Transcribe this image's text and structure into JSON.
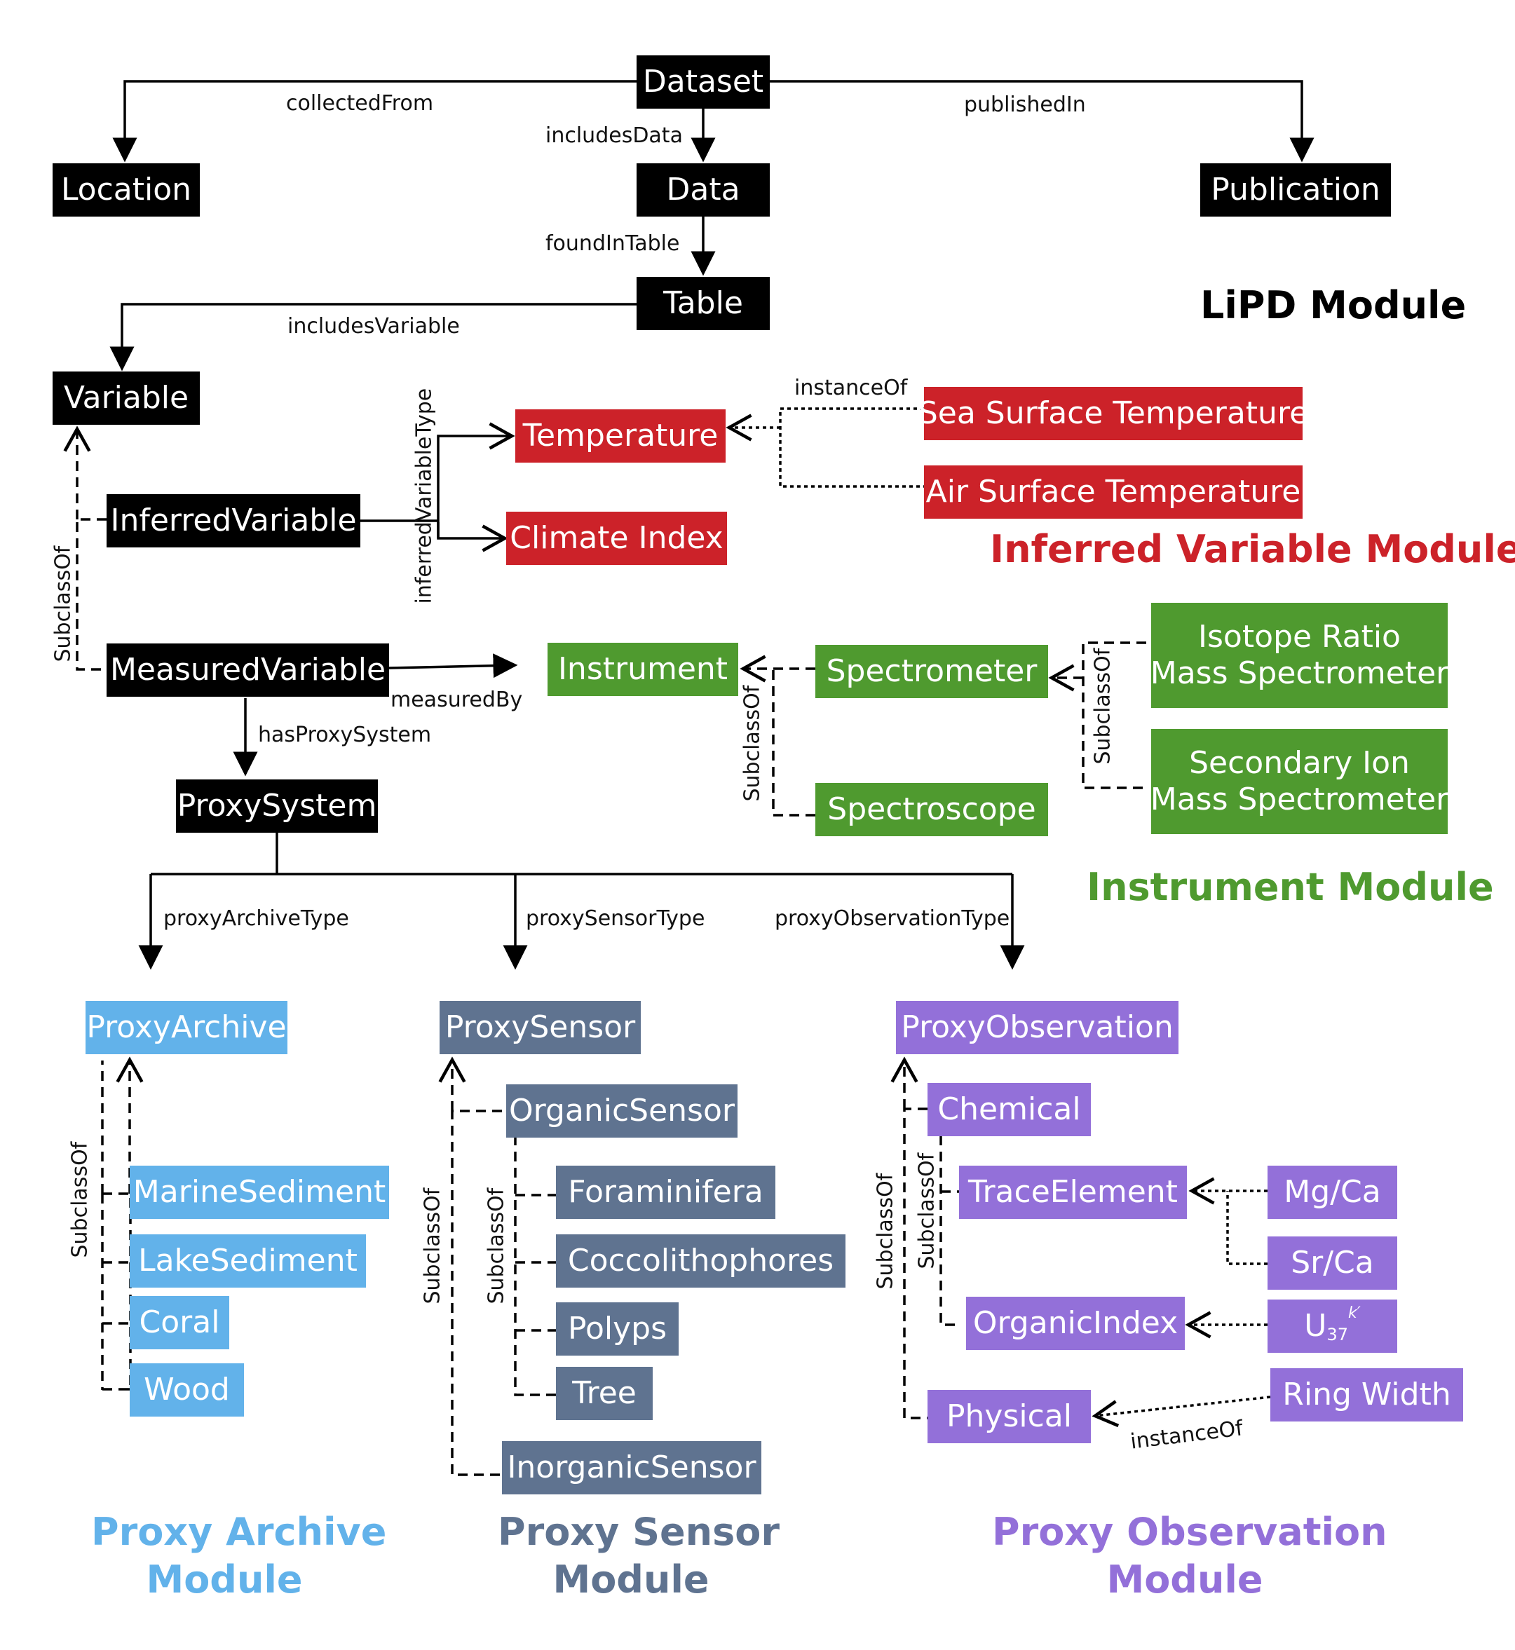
{
  "nodes": {
    "dataset": "Dataset",
    "location": "Location",
    "data": "Data",
    "publication": "Publication",
    "table": "Table",
    "variable": "Variable",
    "inferred_variable": "InferredVariable",
    "measured_variable": "MeasuredVariable",
    "temperature": "Temperature",
    "climate_index": "Climate Index",
    "sea_surface_temperature": "Sea Surface Temperature",
    "air_surface_temperature": "Air Surface Temperature",
    "instrument": "Instrument",
    "spectrometer": "Spectrometer",
    "spectroscope": "Spectroscope",
    "isotope_ratio_line1": "Isotope Ratio",
    "isotope_ratio_line2": "Mass Spectrometer",
    "secondary_ion_line1": "Secondary Ion",
    "secondary_ion_line2": "Mass Spectrometer",
    "proxy_system": "ProxySystem",
    "proxy_archive": "ProxyArchive",
    "marine_sediment": "MarineSediment",
    "lake_sediment": "LakeSediment",
    "coral": "Coral",
    "wood": "Wood",
    "proxy_sensor": "ProxySensor",
    "organic_sensor": "OrganicSensor",
    "foraminifera": "Foraminifera",
    "coccolithophores": "Coccolithophores",
    "polyps": "Polyps",
    "tree": "Tree",
    "inorganic_sensor": "InorganicSensor",
    "proxy_observation": "ProxyObservation",
    "chemical": "Chemical",
    "trace_element": "TraceElement",
    "organic_index": "OrganicIndex",
    "physical": "Physical",
    "mg_ca": "Mg/Ca",
    "sr_ca": "Sr/Ca",
    "uk37_base": "U",
    "uk37_sub": "37",
    "uk37_sup": "k′",
    "ring_width": "Ring Width"
  },
  "edges": {
    "collected_from": "collectedFrom",
    "includes_data": "includesData",
    "published_in": "publishedIn",
    "found_in_table": "foundInTable",
    "includes_variable": "includesVariable",
    "instance_of_top": "instanceOf",
    "inferred_variable_type": "inferredVariableType",
    "subclass_of_variable": "SubclassOf",
    "measured_by": "measuredBy",
    "has_proxy_system": "hasProxySystem",
    "subclass_of_instrument": "SubclassOf",
    "subclass_of_spectrometer": "SubclassOf",
    "proxy_archive_type": "proxyArchiveType",
    "proxy_sensor_type": "proxySensorType",
    "proxy_observation_type": "proxyObservationType",
    "subclass_of_archive": "SubclassOf",
    "subclass_of_sensor": "SubclassOf",
    "subclass_of_organic_sensor": "SubclassOf",
    "subclass_of_observation": "SubclassOf",
    "subclass_of_chemical": "SubclassOf",
    "instance_of_bottom": "instanceOf"
  },
  "modules": {
    "lipd": "LiPD Module",
    "inferred_variable": "Inferred Variable Module",
    "instrument": "Instrument Module",
    "proxy_archive_line1": "Proxy Archive",
    "proxy_archive_line2": "Module",
    "proxy_sensor_line1": "Proxy Sensor",
    "proxy_sensor_line2": "Module",
    "proxy_observation_line1": "Proxy Observation",
    "proxy_observation_line2": "Module"
  },
  "colors": {
    "lipd": "#000000",
    "inferred_variable": "#cc2229",
    "instrument": "#4f9a2f",
    "proxy_archive": "#62b2ea",
    "proxy_sensor": "#5f7390",
    "proxy_observation": "#9370d9"
  }
}
